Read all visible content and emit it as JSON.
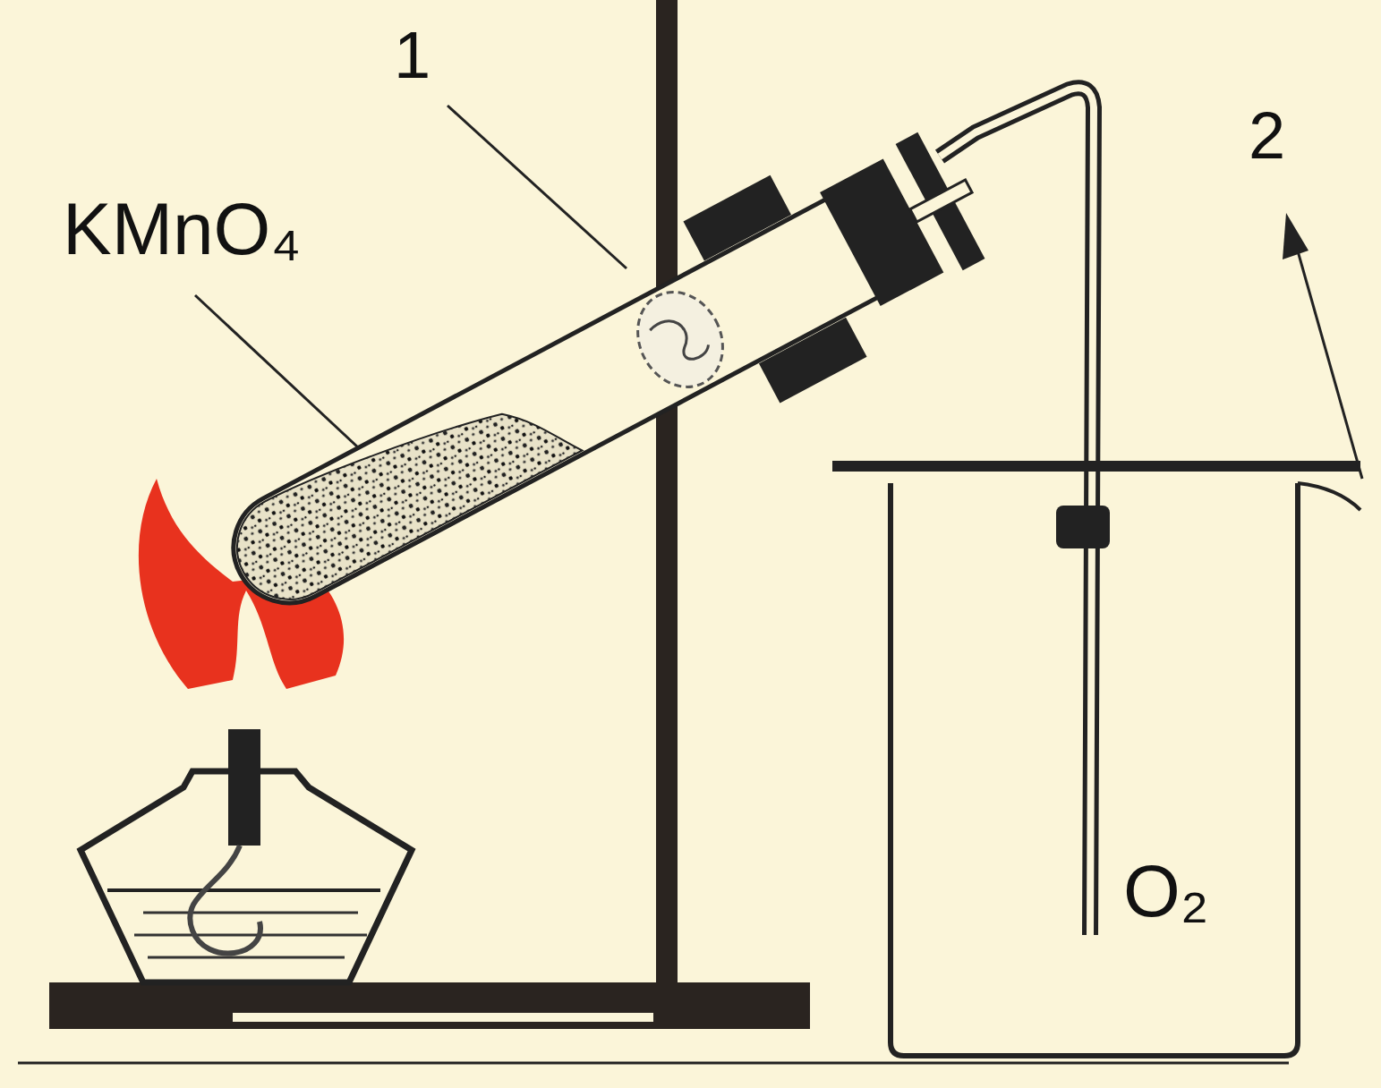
{
  "diagram": {
    "labels": [
      "1",
      "KMnO₄",
      "2",
      "O₂"
    ]
  }
}
